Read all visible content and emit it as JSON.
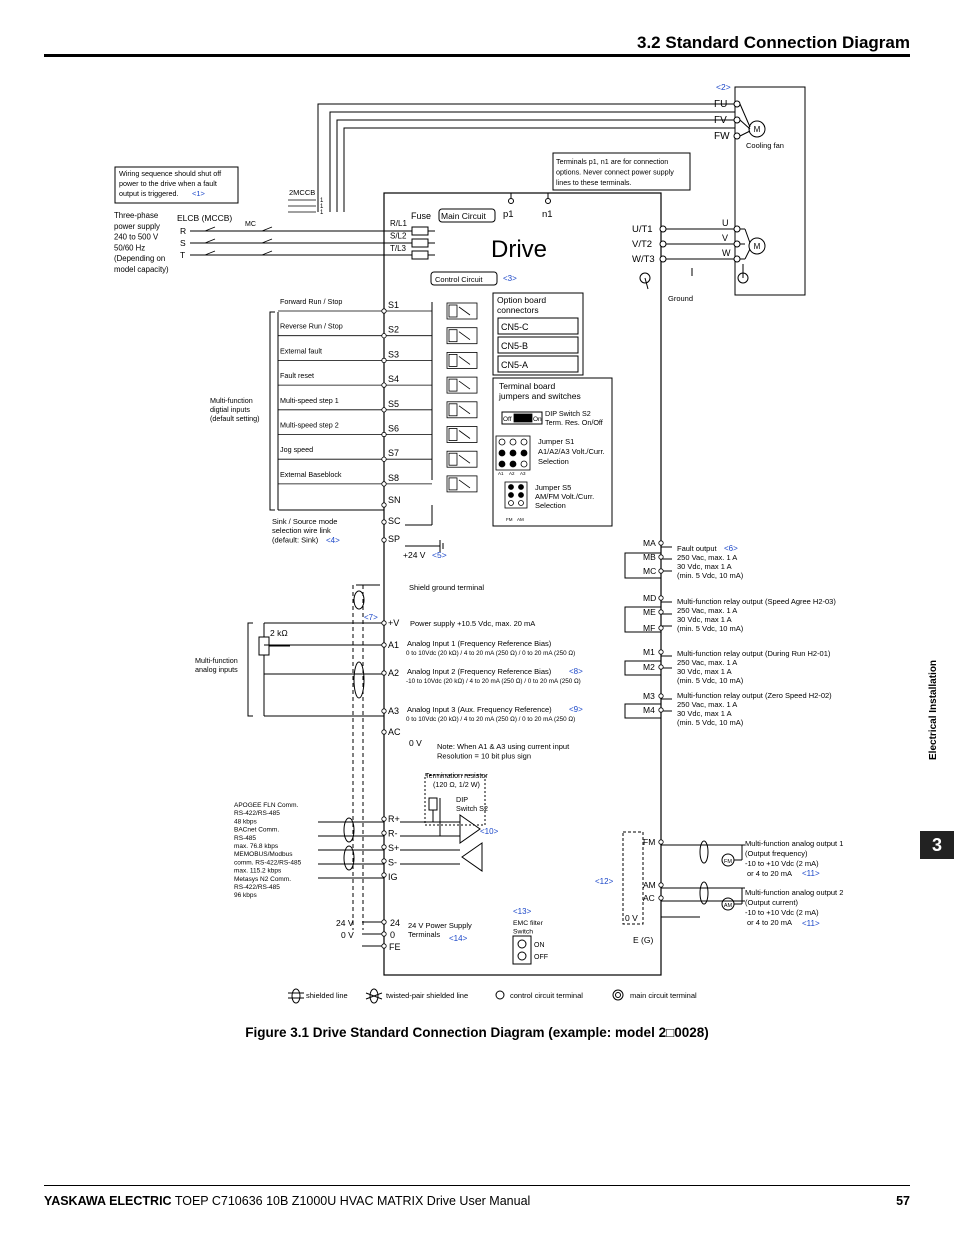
{
  "header": {
    "title": "3.2 Standard Connection Diagram"
  },
  "figure": {
    "caption": "Figure 3.1  Drive Standard Connection Diagram (example: model 2□0028)"
  },
  "footer": {
    "brand": "YASKAWA ELECTRIC",
    "doc": " TOEP C710636 10B Z1000U HVAC MATRIX Drive User Manual",
    "page": "57"
  },
  "side": {
    "section": "Electrical Installation",
    "chapter": "3"
  },
  "diagram": {
    "drive_label": "Drive",
    "fan": {
      "ref": "<2>",
      "terminals": [
        "FU",
        "FV",
        "FW"
      ],
      "caption": "Cooling fan",
      "motor": "M"
    },
    "note_left": {
      "lines": [
        "Wiring sequence should shut off",
        "power to the drive when a fault",
        "output is triggered."
      ],
      "ref": "<1>"
    },
    "note_right": {
      "lines": [
        "Terminals p1, n1 are for connection",
        "options. Never connect power supply",
        "lines to these terminals."
      ]
    },
    "supply": {
      "lines": [
        "Three-phase",
        "power supply",
        "240 to 500 V",
        "50/60 Hz",
        "(Depending on",
        "model capacity)"
      ],
      "elcb": "ELCB (MCCB)",
      "phases": [
        "R",
        "S",
        "T"
      ],
      "mc": "MC",
      "mccb2": "2MCCB"
    },
    "input_terms": [
      "R/L1",
      "S/L2",
      "T/L3"
    ],
    "fuse": "Fuse",
    "main_circuit": "Main Circuit",
    "p1": "p1",
    "n1": "n1",
    "output_terms": [
      "U/T1",
      "V/T2",
      "W/T3"
    ],
    "motor_terms": [
      "U",
      "V",
      "W"
    ],
    "motor": "M",
    "ground": "Ground",
    "control_circuit": "Control Circuit",
    "control_ref": "<3>",
    "digital_inputs": [
      {
        "label": "Forward Run / Stop",
        "term": "S1"
      },
      {
        "label": "Reverse Run / Stop",
        "term": "S2"
      },
      {
        "label": "External fault",
        "term": "S3"
      },
      {
        "label": "Fault reset",
        "term": "S4"
      },
      {
        "label": "Multi-speed step 1",
        "term": "S5"
      },
      {
        "label": "Multi-speed step 2",
        "term": "S6"
      },
      {
        "label": "Jog speed",
        "term": "S7"
      },
      {
        "label": "External Baseblock",
        "term": "S8"
      }
    ],
    "sn": "SN",
    "sc": "SC",
    "sp": "SP",
    "di_group": [
      "Multi-function",
      "digtial inputs",
      "(default setting)"
    ],
    "sink": {
      "lines": [
        "Sink / Source mode",
        "selection wire link",
        "(default: Sink)"
      ],
      "ref": "<4>"
    },
    "v24": "+24 V",
    "v24_ref": "<5>",
    "option": {
      "title": [
        "Option board",
        "connectors"
      ],
      "items": [
        "CN5-C",
        "CN5-B",
        "CN5-A"
      ]
    },
    "jumpers": {
      "title": [
        "Terminal board",
        "jumpers and switches"
      ],
      "off": "Off",
      "on": "On",
      "s2": [
        "DIP Switch S2",
        "Term. Res. On/Off"
      ],
      "s1": [
        "Jumper S1",
        "A1/A2/A3 Volt./Curr.",
        "Selection"
      ],
      "s1_pins": [
        "A1",
        "A2",
        "A3"
      ],
      "s5": [
        "Jumper S5",
        "AM/FM Volt./Curr.",
        "Selection"
      ],
      "s5_pins": [
        "FM",
        "AM"
      ]
    },
    "shield_ground": "Shield ground terminal",
    "ref7": "<7>",
    "pot": "2 kΩ",
    "ai_group": [
      "Multi-function",
      "analog inputs"
    ],
    "analog": [
      {
        "term": "+V",
        "label": "Power supply +10.5 Vdc, max. 20 mA"
      },
      {
        "term": "A1",
        "label": "Analog Input 1 (Frequency Reference Bias)",
        "sub": "0 to 10Vdc (20 kΩ) / 4 to 20 mA (250 Ω) / 0 to 20 mA (250 Ω)"
      },
      {
        "term": "A2",
        "label": "Analog Input 2 (Frequency Reference Bias)",
        "ref": "<8>",
        "sub": "-10 to 10Vdc (20 kΩ) / 4 to 20 mA (250 Ω) / 0 to 20 mA (250 Ω)"
      },
      {
        "term": "A3",
        "label": "Analog Input 3 (Aux. Frequency Reference)",
        "ref": "<9>",
        "sub": "0 to 10Vdc (20 kΩ) / 4 to 20 mA (250 Ω) / 0 to 20 mA (250 Ω)"
      }
    ],
    "ac": "AC",
    "zero_v": "0 V",
    "note_ai": [
      "Note: When A1 & A3 using current input",
      "Resolution = 10 bit plus sign"
    ],
    "term_res": [
      "Termination resistor",
      "(120 Ω, 1/2 W)"
    ],
    "dip_s2": [
      "DIP",
      "Switch S2"
    ],
    "ref10": "<10>",
    "comm_terms": [
      "R+",
      "R-",
      "S+",
      "S-",
      "IG"
    ],
    "comm": [
      "APOGEE FLN Comm.",
      "RS-422/RS-485",
      "48 kbps",
      "BACnet Comm.",
      "RS-485",
      "max. 76.8 kbps",
      "MEMOBUS/Modbus",
      "comm. RS-422/RS-485",
      "max. 115.2 kbps",
      "Metasys N2 Comm.",
      "RS-422/RS-485",
      "96 kbps"
    ],
    "psu": {
      "v24": "24 V",
      "v0": "0 V",
      "t24": "24",
      "t0": "0",
      "fe": "FE",
      "label": [
        "24 V Power Supply",
        "Terminals"
      ],
      "ref": "<14>"
    },
    "emc": {
      "ref": "<13>",
      "label": [
        "EMC filter",
        "Switch"
      ],
      "on": "ON",
      "off": "OFF"
    },
    "relays": [
      {
        "terms": [
          "MA",
          "MB",
          "MC"
        ],
        "title": "Fault output",
        "ref": "<6>",
        "lines": [
          "250 Vac, max. 1 A",
          "30 Vdc, max 1 A",
          "(min. 5 Vdc, 10 mA)"
        ]
      },
      {
        "terms": [
          "MD",
          "ME",
          "MF"
        ],
        "title": "Multi-function relay output (Speed Agree H2-03)",
        "lines": [
          "250 Vac, max. 1 A",
          "30 Vdc, max 1 A",
          "(min. 5 Vdc, 10 mA)"
        ]
      },
      {
        "terms": [
          "M1",
          "M2"
        ],
        "title": "Multi-function relay output (During Run H2-01)",
        "lines": [
          "250 Vac, max. 1 A",
          "30 Vdc, max 1 A",
          "(min. 5 Vdc, 10 mA)"
        ]
      },
      {
        "terms": [
          "M3",
          "M4"
        ],
        "title": "Multi-function relay output (Zero Speed H2-02)",
        "lines": [
          "250 Vac, max. 1 A",
          "30 Vdc, max 1 A",
          "(min. 5 Vdc, 10 mA)"
        ]
      }
    ],
    "ref12": "<12>",
    "ao_terms": [
      "FM",
      "AM",
      "AC",
      "0 V",
      "E (G)"
    ],
    "ao1": {
      "lines": [
        "Multi-function analog output 1",
        "(Output frequency)",
        "-10 to +10 Vdc (2 mA)",
        "or 4 to 20 mA"
      ],
      "ref": "<11>",
      "meter": "FM"
    },
    "ao2": {
      "lines": [
        "Multi-function analog output 2",
        "(Output current)",
        "-10 to +10 Vdc (2 mA)",
        "or 4 to 20 mA"
      ],
      "ref": "<11>",
      "meter": "AM"
    },
    "legend": [
      "shielded line",
      "twisted-pair shielded line",
      "control circuit terminal",
      "main circuit terminal"
    ]
  }
}
